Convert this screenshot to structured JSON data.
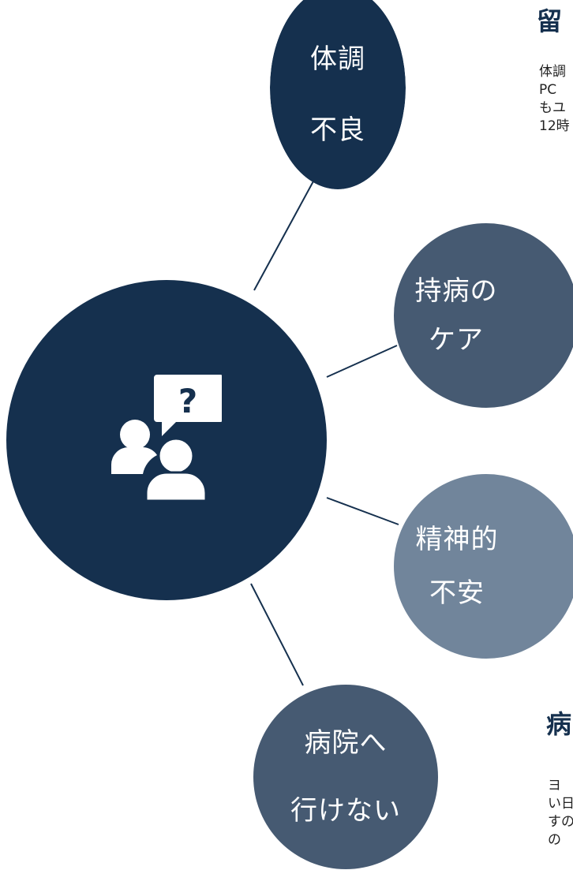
{
  "colors": {
    "hub": "#15304e",
    "node_1": "#15304e",
    "node_2": "#465a72",
    "node_3": "#71859b",
    "node_4": "#465a72",
    "connector": "#15304e"
  },
  "hub": {
    "icon": "consultation-question-icon"
  },
  "nodes": [
    {
      "line1": "体調",
      "line2": "不良"
    },
    {
      "line1": "持病の",
      "line2": "ケア"
    },
    {
      "line1": "精神的",
      "line2": "不安"
    },
    {
      "line1": "病院へ",
      "line2": "行けない"
    }
  ],
  "side_sections": [
    {
      "heading": "留",
      "body_lines": [
        "体調",
        "PC",
        "もユ",
        "12時"
      ]
    },
    {
      "heading": "病",
      "body_lines": [
        "ヨ",
        "い日",
        "すの",
        "の"
      ]
    }
  ]
}
